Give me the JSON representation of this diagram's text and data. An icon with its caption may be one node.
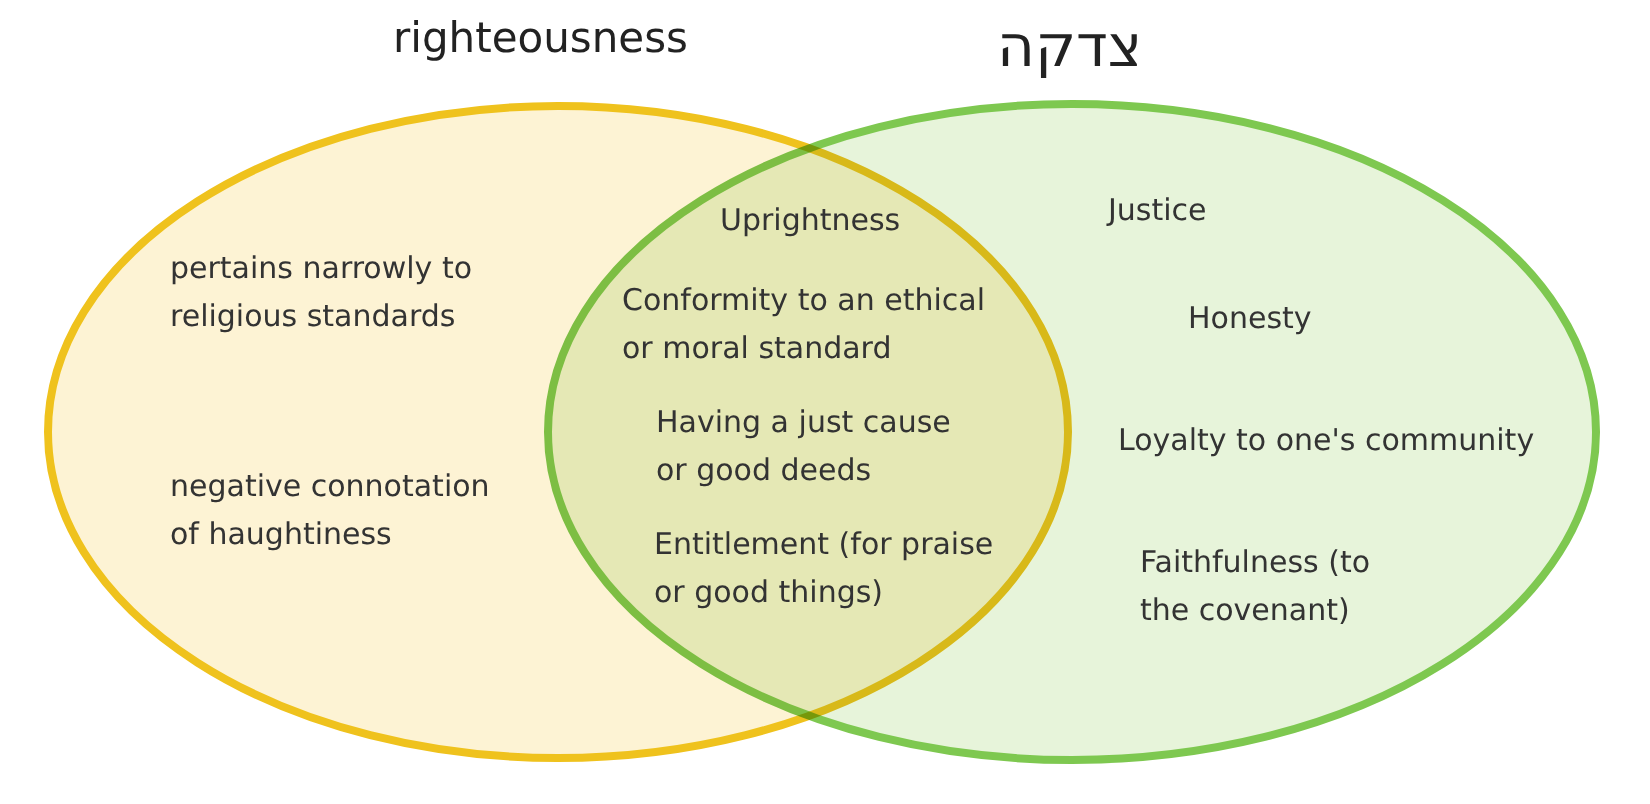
{
  "diagram": {
    "nodes": [
      {
        "text": [
          "righteousness",
          "pertains narrowly to religious standards",
          "negative connotation of haughtiness"
        ]
      },
      {
        "text": [
          "צדקה",
          "Justice",
          "Honesty",
          "Loyalty to one's community",
          "Faithfulness (to the covenant)"
        ]
      }
    ],
    "labels": [
      "Uprightness",
      "Conformity to an ethical or moral standard",
      "Having a just cause or good deeds",
      "Entitlement (for praise or good things)"
    ]
  }
}
